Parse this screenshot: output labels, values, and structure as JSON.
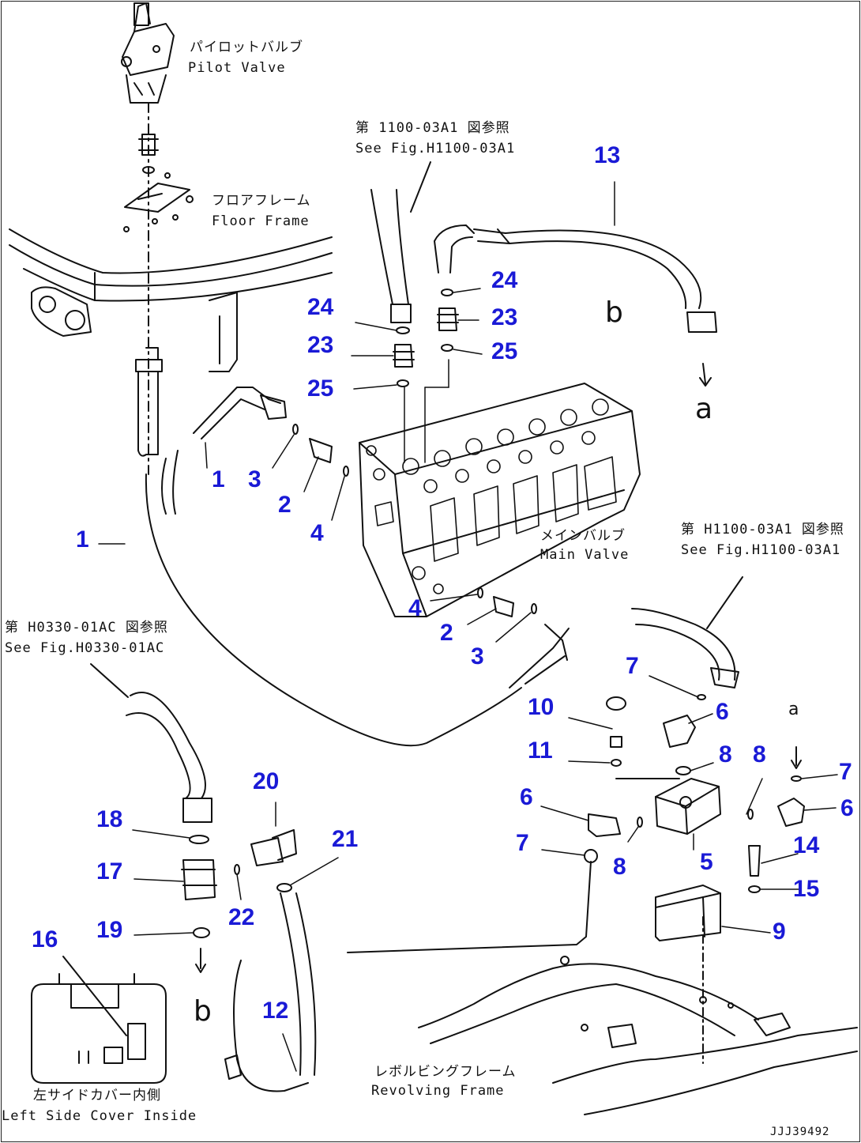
{
  "labels": {
    "pilot_valve_jp": "パイロットバルブ",
    "pilot_valve_en": "Pilot Valve",
    "floor_frame_jp": "フロアフレーム",
    "floor_frame_en": "Floor Frame",
    "ref_top_jp": "第 1100-03A1 図参照",
    "ref_top_en": "See Fig.H1100-03A1",
    "main_valve_jp": "メインバルブ",
    "main_valve_en": "Main Valve",
    "ref_right_jp": "第 H1100-03A1 図参照",
    "ref_right_en": "See Fig.H1100-03A1",
    "ref_left_jp": "第 H0330-01AC 図参照",
    "ref_left_en": "See Fig.H0330-01AC",
    "revolving_jp": "レボルビングフレーム",
    "revolving_en": "Revolving Frame",
    "side_cover_jp": "左サイドカバー内側",
    "side_cover_en": "Left Side Cover Inside",
    "drawing_no": "JJJ39492"
  },
  "letters": {
    "b_top": "b",
    "a_right": "a",
    "a_small": "a",
    "b_bottom": "b"
  },
  "callouts": [
    "1",
    "1",
    "2",
    "2",
    "3",
    "3",
    "4",
    "4",
    "5",
    "6",
    "6",
    "7",
    "7",
    "7",
    "8",
    "8",
    "8",
    "9",
    "10",
    "11",
    "12",
    "13",
    "14",
    "15",
    "16",
    "17",
    "18",
    "19",
    "20",
    "21",
    "22",
    "23",
    "23",
    "24",
    "24",
    "25",
    "25"
  ],
  "colors": {
    "callout": "#1a1ad6",
    "line": "#111111"
  }
}
